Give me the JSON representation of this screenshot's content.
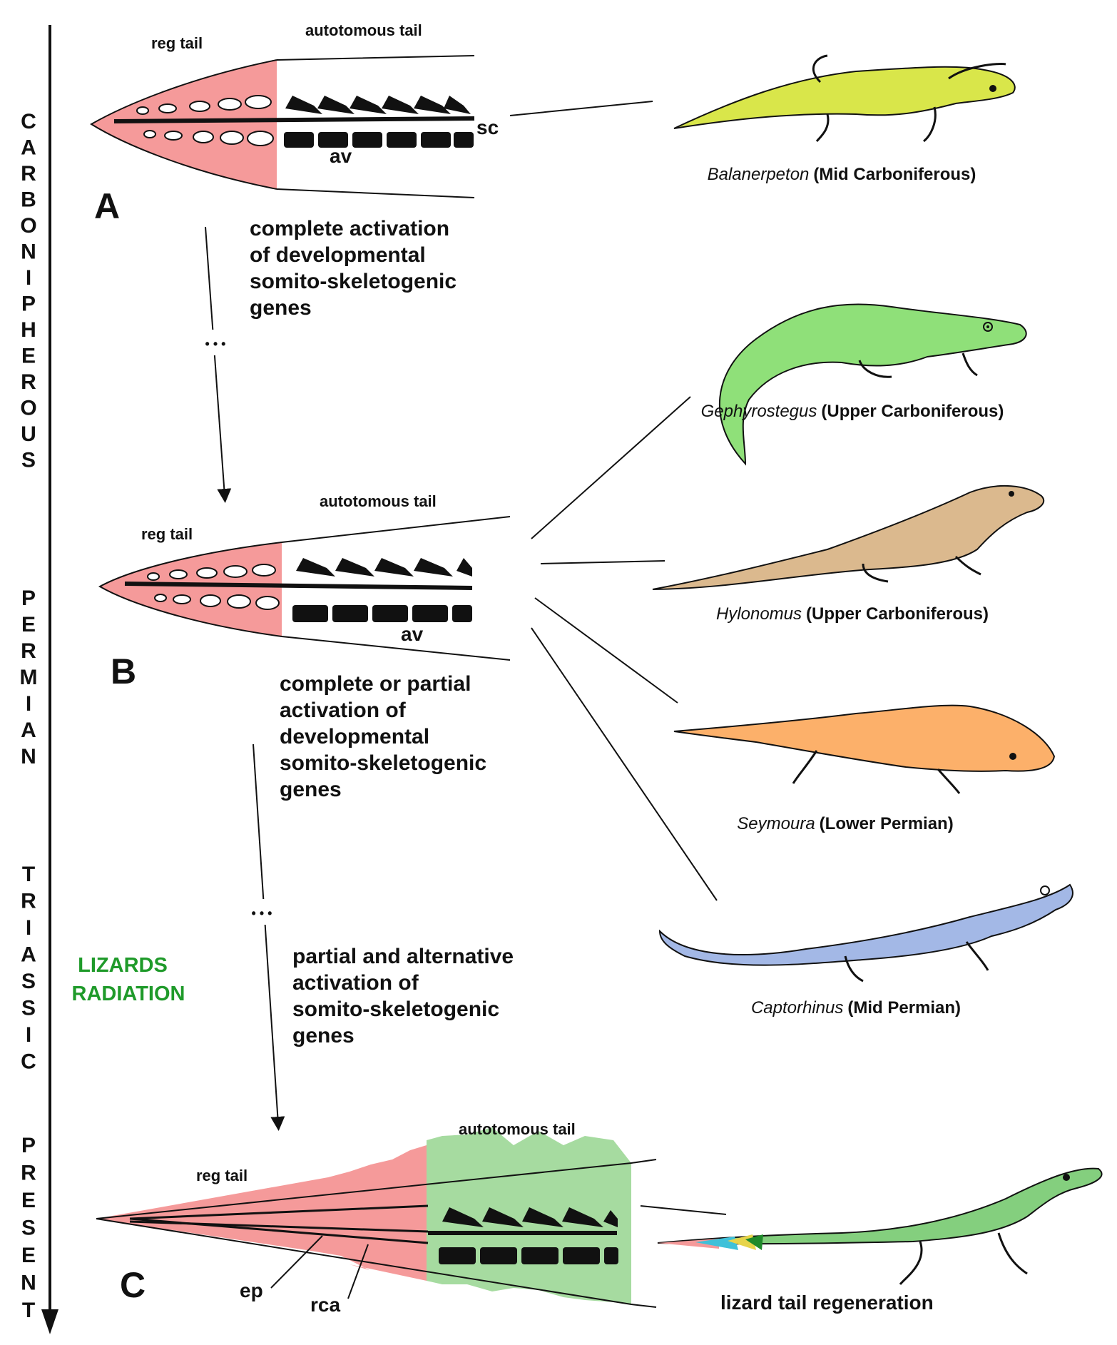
{
  "colors": {
    "regenerating_tail": "#f59a9a",
    "autotomous_tail_present": "#a6dba0",
    "balanerpeton": "#d9e64a",
    "gephyrostegus": "#8fe079",
    "hylonomus": "#dbb98e",
    "seymoura": "#fcb06a",
    "captorhinus": "#a3b8e6",
    "modern_lizard": "#84cf7e",
    "lizards_radiation": "#1f9a2a"
  },
  "timeline": {
    "periods": [
      {
        "name": "CARBONIPHEROUS",
        "letters": [
          "C",
          "A",
          "R",
          "B",
          "O",
          "N",
          "I",
          "P",
          "H",
          "E",
          "R",
          "O",
          "U",
          "S"
        ]
      },
      {
        "name": "PERMIAN",
        "letters": [
          "P",
          "E",
          "R",
          "M",
          "I",
          "A",
          "N"
        ]
      },
      {
        "name": "TRIASSIC",
        "letters": [
          "T",
          "R",
          "I",
          "A",
          "S",
          "S",
          "I",
          "C"
        ]
      },
      {
        "name": "PRESENT",
        "letters": [
          "P",
          "R",
          "E",
          "S",
          "E",
          "N",
          "T"
        ]
      }
    ],
    "lizards_radiation": [
      "LIZARDS",
      "RADIATION"
    ]
  },
  "panels": {
    "A": {
      "letter": "A",
      "reg_tail": "reg tail",
      "autotomous_tail": "autotomous tail",
      "sc": "sc",
      "av": "av"
    },
    "B": {
      "letter": "B",
      "reg_tail": "reg tail",
      "autotomous_tail": "autotomous tail",
      "av": "av"
    },
    "C": {
      "letter": "C",
      "reg_tail": "reg tail",
      "autotomous_tail": "autotomous tail",
      "ep": "ep",
      "rca": "rca"
    }
  },
  "steps": {
    "step1": [
      "complete activation",
      "of developmental",
      "somito-skeletogenic",
      "genes"
    ],
    "step2": [
      "complete or partial",
      "activation of",
      "developmental",
      "somito-skeletogenic",
      "genes"
    ],
    "step3": [
      "partial and alternative",
      "activation of",
      "somito-skeletogenic",
      "genes"
    ],
    "ellipsis": "• • •"
  },
  "species": [
    {
      "genus": "Balanerpeton",
      "period": "(Mid Carboniferous)"
    },
    {
      "genus": "Gephyrostegus",
      "period": "(Upper Carboniferous)"
    },
    {
      "genus": "Hylonomus",
      "period": "(Upper Carboniferous)"
    },
    {
      "genus": "Seymoura",
      "period": "(Lower Permian)"
    },
    {
      "genus": "Captorhinus",
      "period": "(Mid Permian)"
    }
  ],
  "lizard_label": "lizard tail regeneration"
}
